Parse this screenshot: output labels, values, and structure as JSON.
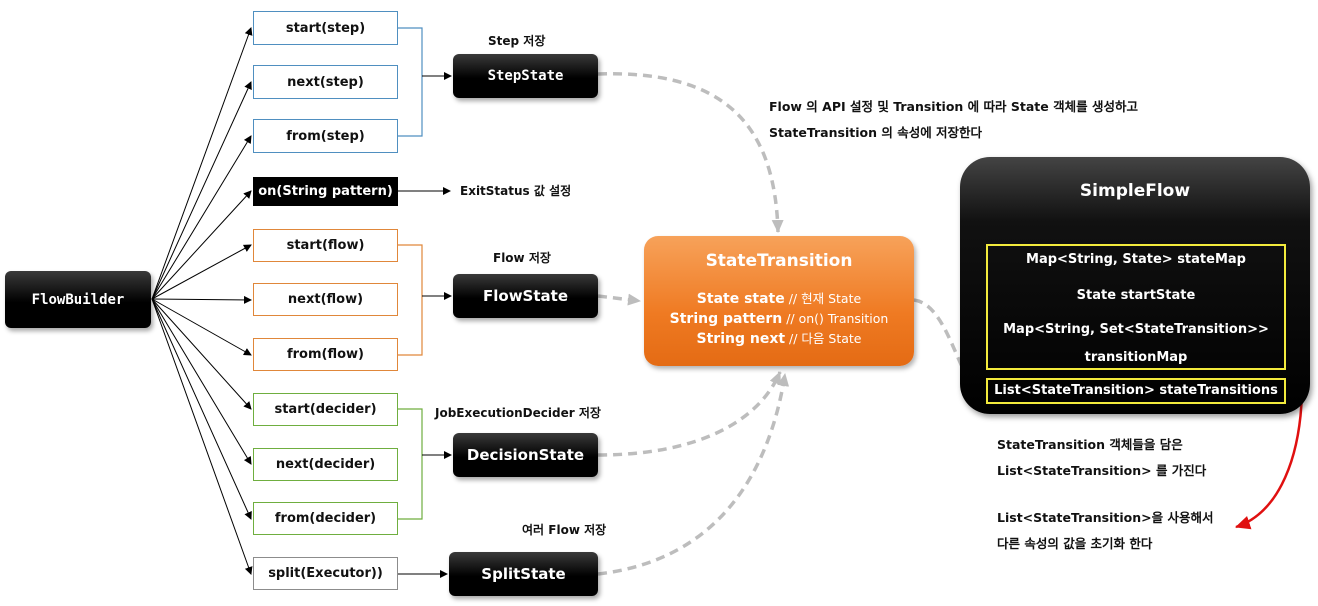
{
  "builder": {
    "label": "FlowBuilder"
  },
  "methods": {
    "start_step": "start(step)",
    "next_step": "next(step)",
    "from_step": "from(step)",
    "on_pattern": "on(String pattern)",
    "start_flow": "start(flow)",
    "next_flow": "next(flow)",
    "from_flow": "from(flow)",
    "start_decider": "start(decider)",
    "next_decider": "next(decider)",
    "from_decider": "from(decider)",
    "split_executor": "split(Executor))"
  },
  "exit_status_label": "ExitStatus 값 설정",
  "states": {
    "step": {
      "caption": "Step 저장",
      "label": "StepState"
    },
    "flow": {
      "caption": "Flow 저장",
      "label": "FlowState"
    },
    "decision": {
      "caption": "JobExecutionDecider 저장",
      "label": "DecisionState"
    },
    "split": {
      "caption": "여러 Flow 저장",
      "label": "SplitState"
    }
  },
  "top_note": {
    "line1": "Flow 의 API 설정 및 Transition 에 따라 State 객체를 생성하고",
    "line2": "StateTransition 의 속성에 저장한다"
  },
  "state_transition": {
    "title": "StateTransition",
    "fields": [
      {
        "code": "State state",
        "comment": " // 현재 State"
      },
      {
        "code": "String pattern",
        "comment": " // on() Transition"
      },
      {
        "code": "String next",
        "comment": " // 다음 State"
      }
    ]
  },
  "simple_flow": {
    "title": "SimpleFlow",
    "state_map": "Map<String, State> stateMap",
    "start_state": "State startState",
    "transition_map_1": "Map<String, Set<StateTransition>>",
    "transition_map_2": "transitionMap",
    "state_transitions": "List<StateTransition> stateTransitions"
  },
  "bottom_note1": {
    "line1": "StateTransition 객체들을 담은",
    "line2": "List<StateTransition> 를 가진다"
  },
  "bottom_note2": {
    "line1": "List<StateTransition>을 사용해서",
    "line2": "다른 속성의 값을 초기화 한다"
  },
  "colors": {
    "step_border": "#4f8fc0",
    "flow_border": "#e0873a",
    "decider_border": "#6fae3f",
    "split_border": "#8c8c8c",
    "state_transition": "#ef7a22",
    "field_highlight": "#f2ea3c",
    "red_arrow": "#e01010"
  }
}
